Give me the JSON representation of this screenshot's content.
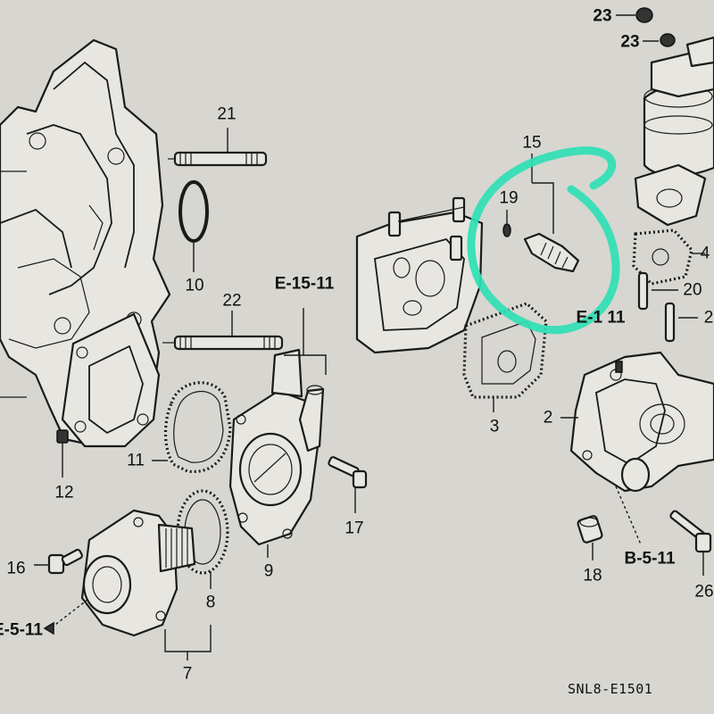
{
  "diagram": {
    "code": "SNL8-E1501",
    "highlight_color": "#2fe0b4",
    "callouts": [
      {
        "id": "c21",
        "text": "21"
      },
      {
        "id": "c10",
        "text": "10"
      },
      {
        "id": "c22",
        "text": "22"
      },
      {
        "id": "c12",
        "text": "12"
      },
      {
        "id": "c11",
        "text": "11"
      },
      {
        "id": "c16",
        "text": "16"
      },
      {
        "id": "c8",
        "text": "8"
      },
      {
        "id": "c7",
        "text": "7"
      },
      {
        "id": "c9",
        "text": "9"
      },
      {
        "id": "c17",
        "text": "17"
      },
      {
        "id": "c15",
        "text": "15"
      },
      {
        "id": "c19",
        "text": "19"
      },
      {
        "id": "c3",
        "text": "3"
      },
      {
        "id": "c2",
        "text": "2"
      },
      {
        "id": "c18",
        "text": "18"
      },
      {
        "id": "c26",
        "text": "26"
      },
      {
        "id": "c20",
        "text": "20"
      },
      {
        "id": "c4",
        "text": "4"
      },
      {
        "id": "c23a",
        "text": "23"
      },
      {
        "id": "c23b",
        "text": "23"
      },
      {
        "id": "c2b",
        "text": "2"
      }
    ],
    "references": [
      {
        "id": "rE1511a",
        "text": "E-15-11"
      },
      {
        "id": "rE511",
        "text": "E-5-11"
      },
      {
        "id": "rB511",
        "text": "B-5-11"
      },
      {
        "id": "rE11",
        "text": "E-1  11"
      }
    ]
  }
}
